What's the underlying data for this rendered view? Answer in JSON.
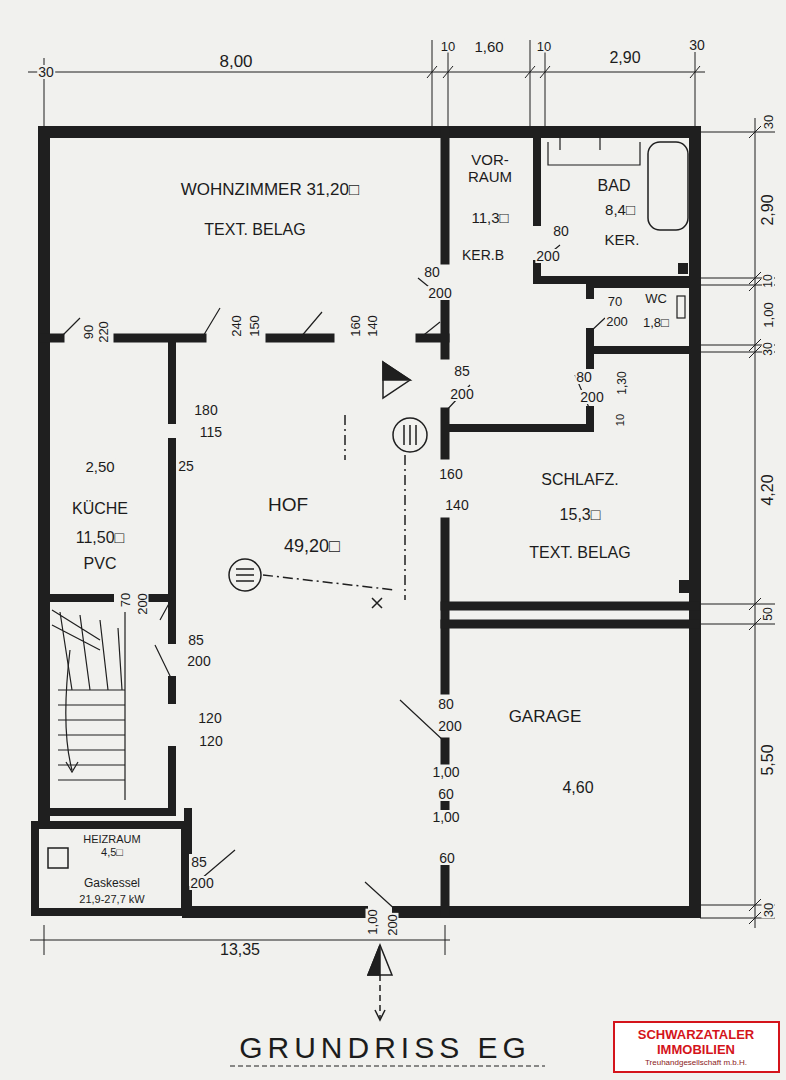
{
  "diagram": {
    "caption": "GRUNDRISS EG",
    "nodes": [
      {
        "text": [
          "WOHNZIMMER 31,20□",
          "TEXT. BELAG"
        ]
      },
      {
        "text": [
          "VOR- RAUM",
          "11,3□",
          "KER.B"
        ]
      },
      {
        "text": [
          "BAD",
          "8,4□",
          "KER."
        ]
      },
      {
        "text": [
          "WC",
          "1,8□"
        ]
      },
      {
        "text": [
          "KÜCHE",
          "11,50□",
          "PVC"
        ]
      },
      {
        "text": [
          "HOF",
          "49,20□"
        ]
      },
      {
        "text": [
          "SCHLAFZ.",
          "15,3□",
          "TEXT. BELAG"
        ]
      },
      {
        "text": [
          "GARAGE",
          "4,60"
        ]
      },
      {
        "text": [
          "HEIZRAUM 4,5□",
          "Gaskessel",
          "21,9-27,7 kW"
        ]
      }
    ],
    "labels": [
      "30",
      "8,00",
      "10",
      "1,60",
      "10",
      "2,90",
      "30",
      "30",
      "2,90",
      "10",
      "1,00",
      "30",
      "4,20",
      "50",
      "5,50",
      "30",
      "13,35",
      "80",
      "200",
      "80",
      "200",
      "70",
      "200",
      "80",
      "200",
      "1,30",
      "10",
      "90",
      "220",
      "240",
      "150",
      "160",
      "140",
      "85",
      "200",
      "180",
      "115",
      "2,50",
      "25",
      "160",
      "140",
      "70",
      "200",
      "85",
      "200",
      "120",
      "120",
      "80",
      "200",
      "1,00",
      "60",
      "1,00",
      "60",
      "85",
      "200",
      "1,00",
      "200",
      "SCHWARZATALER",
      "IMMOBILIEN",
      "Treuhandgesellschaft m.b.H."
    ]
  }
}
